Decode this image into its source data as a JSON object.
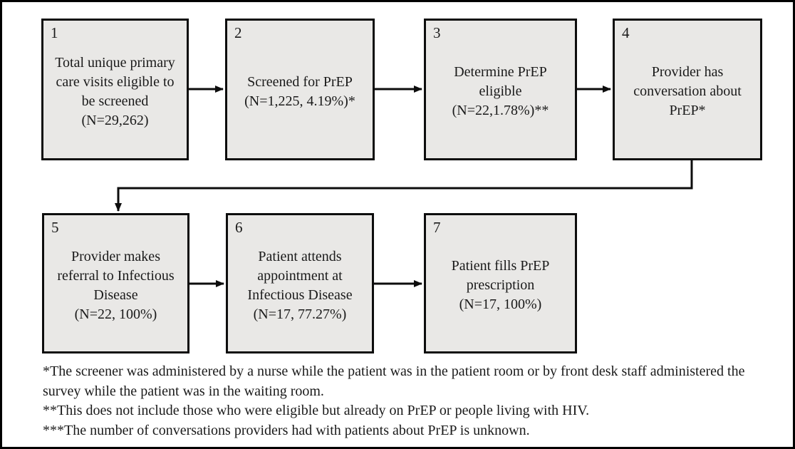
{
  "figure": {
    "type": "flowchart",
    "colors": {
      "box_fill": "#e9e8e6",
      "border": "#000000",
      "background": "#ffffff"
    },
    "boxes": [
      {
        "num": "1",
        "lines": [
          "Total unique primary",
          "care visits eligible to",
          "be screened",
          "(N=29,262)"
        ]
      },
      {
        "num": "2",
        "lines": [
          "Screened for PrEP",
          "(N=1,225, 4.19%)*"
        ]
      },
      {
        "num": "3",
        "lines": [
          "Determine PrEP",
          "eligible",
          "(N=22,1.78%)**"
        ]
      },
      {
        "num": "4",
        "lines": [
          "Provider has",
          "conversation about",
          "PrEP*"
        ]
      },
      {
        "num": "5",
        "lines": [
          "Provider makes",
          "referral to Infectious",
          "Disease",
          "(N=22, 100%)"
        ]
      },
      {
        "num": "6",
        "lines": [
          "Patient attends",
          "appointment at",
          "Infectious Disease",
          "(N=17, 77.27%)"
        ]
      },
      {
        "num": "7",
        "lines": [
          "Patient fills PrEP",
          "prescription",
          "(N=17, 100%)"
        ]
      }
    ],
    "flow_order": [
      "1 -> 2",
      "2 -> 3",
      "3 -> 4",
      "4 -> 5",
      "5 -> 6",
      "6 -> 7"
    ],
    "footnotes": [
      "*The screener was administered by a nurse while the patient was in the patient room or by front desk staff administered the survey while the patient was in the waiting room.",
      "**This does not include those who were eligible but already on PrEP or people living with HIV.",
      "***The number of conversations providers had with patients about PrEP is unknown."
    ]
  }
}
